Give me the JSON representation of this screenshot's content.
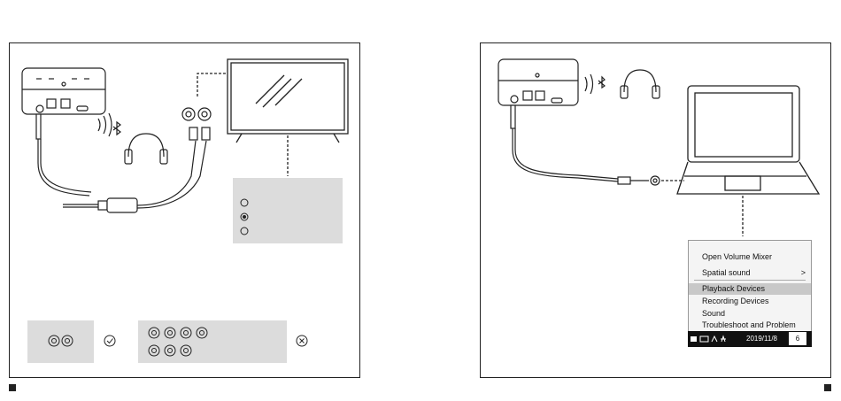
{
  "context_menu": {
    "items": [
      {
        "label": "Open Volume Mixer"
      },
      {
        "label": "Spatial sound",
        "arrow": ">"
      },
      {
        "label": "Playback Devices",
        "highlighted": true
      },
      {
        "label": "Recording Devices"
      },
      {
        "label": "Sound"
      },
      {
        "label": "Troubleshoot and Problem"
      }
    ]
  },
  "taskbar": {
    "date": "2019/11/8",
    "notification_count": "6"
  },
  "icons": {
    "bluetooth": "bluetooth-icon",
    "check": "check-mark-icon",
    "cross": "cross-mark-icon"
  }
}
